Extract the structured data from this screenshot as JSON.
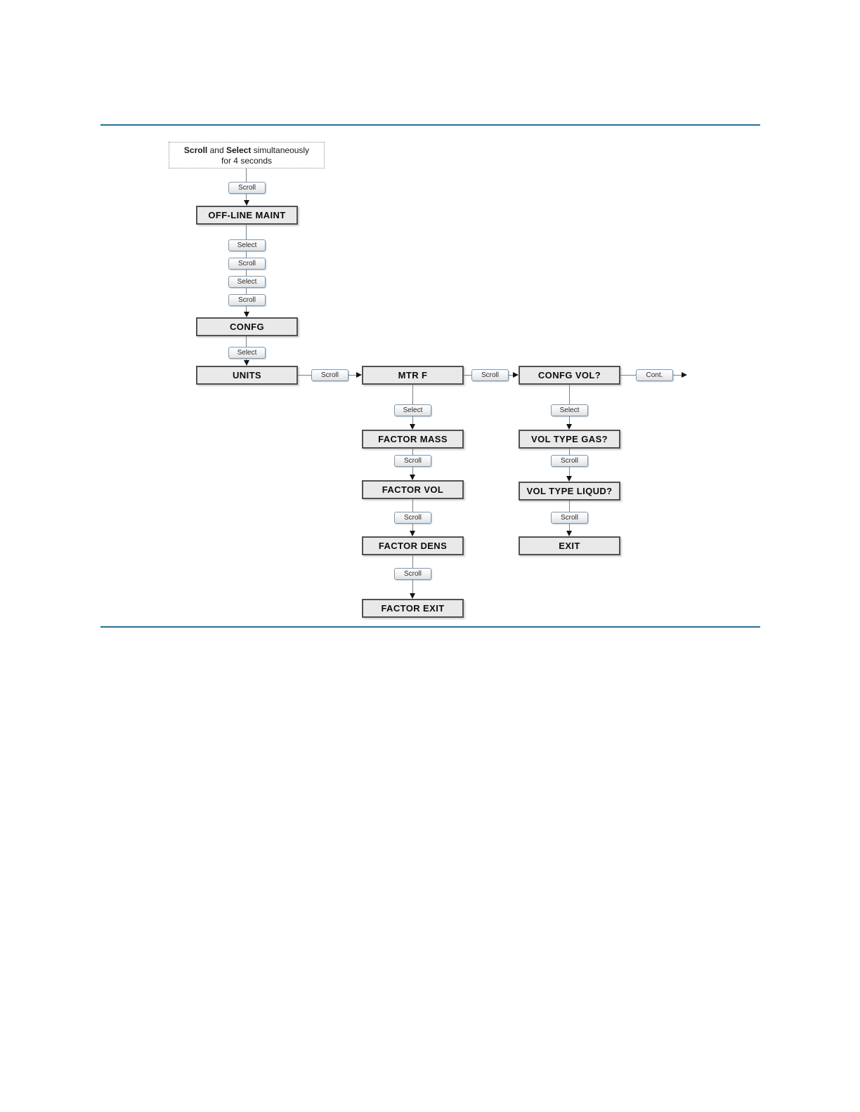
{
  "page": {
    "background": "#ffffff"
  },
  "colors": {
    "rule": "#2071a1",
    "box_fill": "#e9e9e9",
    "box_border": "#515151",
    "button_border": "#7d99b0",
    "connector": "#7f7f7f",
    "arrow": "#141414"
  },
  "note": {
    "bold1": "Scroll",
    "text1": " and ",
    "bold2": "Select",
    "text2": " simultaneously",
    "line2": "for 4 seconds"
  },
  "buttons": {
    "scroll": "Scroll",
    "select": "Select",
    "cont": "Cont."
  },
  "boxes": {
    "offline_maint": "OFF-LINE MAINT",
    "confg": "CONFG",
    "units": "UNITS",
    "mtr_f": "MTR F",
    "confg_vol": "CONFG VOL?",
    "factor_mass": "FACTOR MASS",
    "factor_vol": "FACTOR VOL",
    "factor_dens": "FACTOR DENS",
    "factor_exit": "FACTOR EXIT",
    "vol_type_gas": "VOL TYPE GAS?",
    "vol_type_liqud": "VOL TYPE LIQUD?",
    "exit": "EXIT"
  }
}
